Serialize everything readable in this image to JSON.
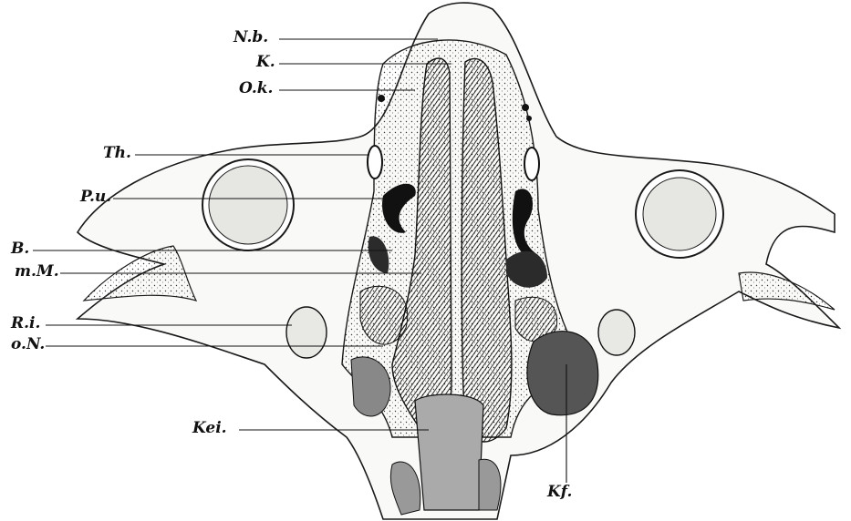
{
  "figure": {
    "labels": {
      "nb": "N.b.",
      "k": "K.",
      "ok": "O.k.",
      "th": "Th.",
      "pu": "P.u.",
      "b": "B.",
      "mm": "m.M.",
      "ri": "R.i.",
      "on": "o.N.",
      "kei": "Kei.",
      "kf": "Kf."
    }
  },
  "colors": {
    "ink": "#1a1a1a",
    "cavity": "#2a2a2a",
    "paper": "#ffffff",
    "tissue": "#f7f7f5"
  }
}
